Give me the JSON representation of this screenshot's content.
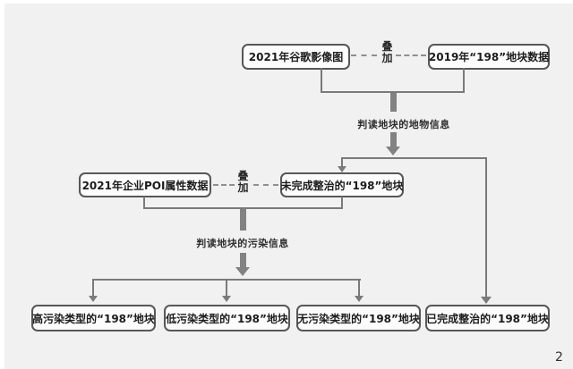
{
  "page": {
    "page_number": "2"
  },
  "colors": {
    "canvas": "#f1f1f2",
    "box_border": "#575757",
    "box_fill": "#fcfcfc",
    "connector_line": "#7a7a7a",
    "thick_arrow": "#828282",
    "text": "#1c1c1c"
  },
  "flowchart": {
    "nodes": {
      "google_imagery": "2021年谷歌影像图",
      "parcel_data_2019": "2019年“198”地块数据",
      "poi_data_2021": "2021年企业POI属性数据",
      "unremediated": "未完成整治的“198”地块",
      "high_pollution": "高污染类型的“198”地块",
      "low_pollution": "低污染类型的“198”地块",
      "no_pollution": "无污染类型的“198”地块",
      "remediated": "已完成整治的“198”地块"
    },
    "labels": {
      "overlay_top": "叠加",
      "overlay_mid": "叠加",
      "caption_feature": "判读地块的地物信息",
      "caption_pollution": "判读地块的污染信息"
    }
  }
}
